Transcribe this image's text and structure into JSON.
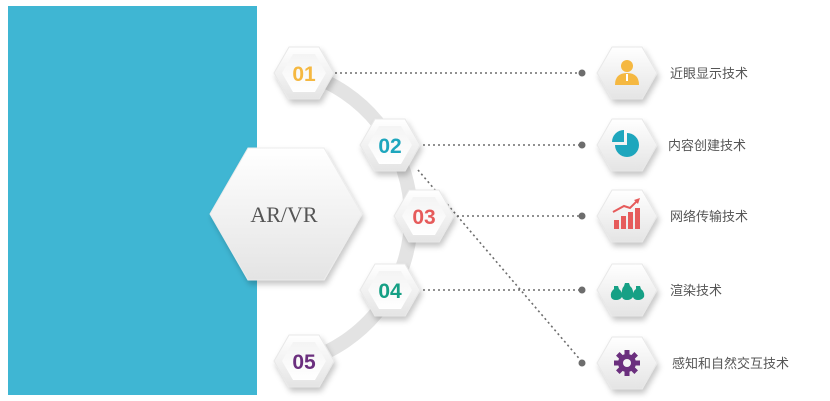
{
  "center": {
    "label": "AR/VR"
  },
  "colors": {
    "panel": "#3fb6d3",
    "item1": "#f5b841",
    "item2": "#1ea6bd",
    "item3": "#e65b5b",
    "item4": "#16a085",
    "item5": "#6b2f7e"
  },
  "items": [
    {
      "number": "01",
      "label": "近眼显示技术",
      "icon": "person-icon"
    },
    {
      "number": "02",
      "label": "内容创建技术",
      "icon": "pie-chart-icon"
    },
    {
      "number": "03",
      "label": "网络传输技术",
      "icon": "growth-bar-chart-icon"
    },
    {
      "number": "04",
      "label": "渲染技术",
      "icon": "money-bags-icon"
    },
    {
      "number": "05",
      "label": "感知和自然交互技术",
      "icon": "gear-icon"
    }
  ]
}
